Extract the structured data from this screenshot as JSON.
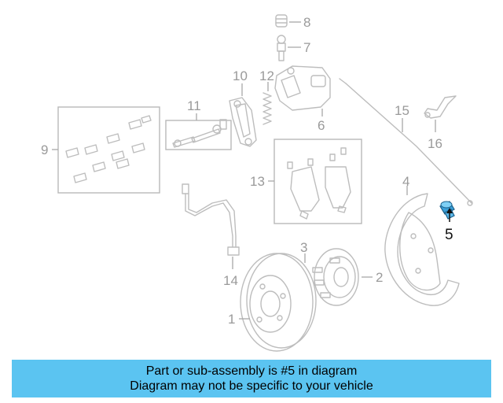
{
  "diagram": {
    "callouts": {
      "c1": "1",
      "c2": "2",
      "c3": "3",
      "c4": "4",
      "c5": "5",
      "c6": "6",
      "c7": "7",
      "c8": "8",
      "c9": "9",
      "c10": "10",
      "c11": "11",
      "c12": "12",
      "c13": "13",
      "c14": "14",
      "c15": "15",
      "c16": "16"
    },
    "highlight_color": "#3a9fd8"
  },
  "banner": {
    "line1": "Part or sub-assembly is #5 in diagram",
    "line2": "Diagram may not be specific to your vehicle",
    "background": "#5bc4f1"
  }
}
